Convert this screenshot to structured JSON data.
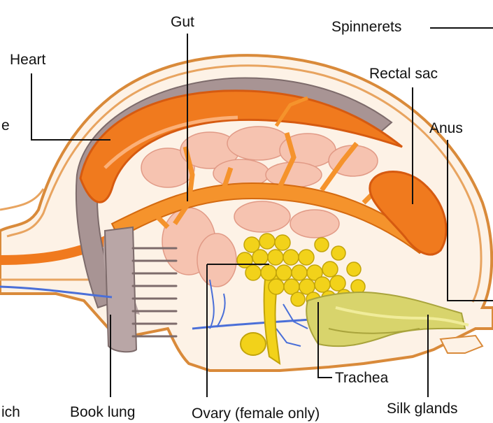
{
  "labels": {
    "gut": "Gut",
    "spinnerets": "Spinnerets",
    "heart": "Heart",
    "rectal_sac": "Rectal sac",
    "anus": "Anus",
    "trachea": "Trachea",
    "book_lung": "Book lung",
    "ovary": "Ovary (female only)",
    "silk_glands": "Silk glands",
    "partial_left_top": "e",
    "partial_left_bottom": "ich"
  },
  "colors": {
    "outline": "#d98a3a",
    "body_fill": "#fdf2e6",
    "heart": "#f07a1e",
    "heart_dark": "#d65a10",
    "gut": "#f5932c",
    "digestive_gland": "#f6c3b0",
    "hemolymph": "#a89494",
    "ovary": "#f2d21a",
    "silk_gland": "#d8d46c",
    "nerve": "#4a6fd8",
    "leader": "#111111"
  }
}
